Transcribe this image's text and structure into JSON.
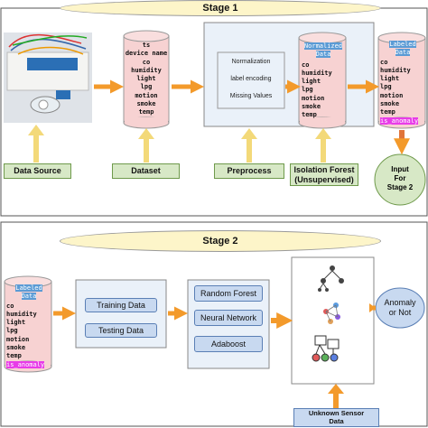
{
  "stage1": {
    "title": "Stage 1",
    "dataset_fields": [
      "ts",
      "device name",
      "co",
      "humidity",
      "light",
      "lpg",
      "motion",
      "smoke",
      "temp"
    ],
    "preprocess_steps": [
      "Normalization",
      "label encoding",
      "Missing Values"
    ],
    "normalized_title": "Normalized Data",
    "normalized_fields": [
      "co",
      "humidity",
      "light",
      "lpg",
      "motion",
      "smoke",
      "temp"
    ],
    "labeled_title": "Labeled Data",
    "labeled_fields": [
      "co",
      "humidity",
      "light",
      "lpg",
      "motion",
      "smoke",
      "temp"
    ],
    "labeled_extra": "is_anomaly",
    "labels": {
      "data_source": "Data Source",
      "dataset": "Dataset",
      "preprocess": "Preprocess",
      "iforest_line1": "Isolation Forest",
      "iforest_line2": "(Unsupervised)"
    },
    "input_line1": "Input",
    "input_line2": "For",
    "input_line3": "Stage 2"
  },
  "stage2": {
    "title": "Stage 2",
    "labeled_title": "Labeled Data",
    "labeled_fields": [
      "co",
      "humidity",
      "light",
      "lpg",
      "motion",
      "smoke",
      "temp"
    ],
    "labeled_extra": "is_anomaly",
    "split": [
      "Training Data",
      "Testing Data"
    ],
    "models": [
      "Random Forest",
      "Neural Network",
      "Adaboost"
    ],
    "output_line1": "Anomaly",
    "output_line2": "or Not",
    "unknown_line1": "Unknown Sensor",
    "unknown_line2": "Data"
  },
  "colors": {
    "arrow": "#f39a2b",
    "cylinder": "#f7d2d2",
    "green_label": "#d7e8c6",
    "panel_bg": "#eaf1f9",
    "model_btn": "#c8d9f0"
  }
}
